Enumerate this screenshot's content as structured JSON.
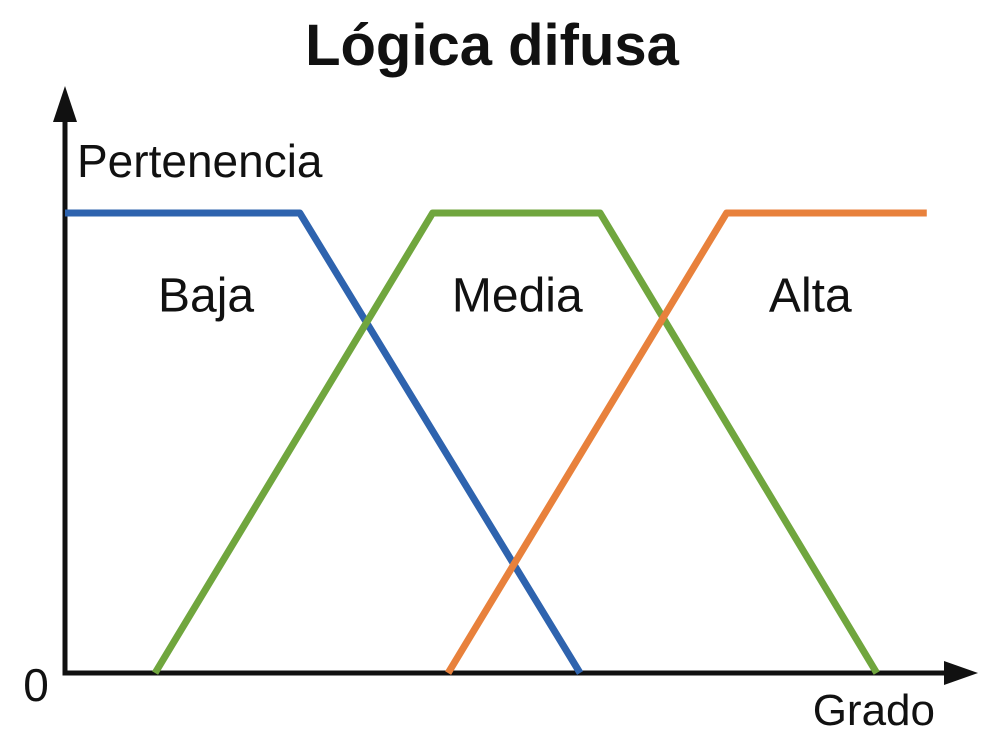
{
  "chart_data": {
    "type": "line",
    "title": "Lógica difusa",
    "xlabel": "Grado",
    "ylabel": "Pertenencia",
    "origin_label": "0",
    "xlim": [
      0,
      1
    ],
    "ylim": [
      0,
      1
    ],
    "grid": false,
    "legend_position": "none",
    "axis_color": "#111111",
    "series": [
      {
        "name": "Baja",
        "color": "#2E63AE",
        "points": [
          [
            0.0,
            1
          ],
          [
            0.258,
            1
          ],
          [
            0.566,
            0
          ]
        ]
      },
      {
        "name": "Media",
        "color": "#70A63E",
        "points": [
          [
            0.099,
            0
          ],
          [
            0.404,
            1
          ],
          [
            0.588,
            1
          ],
          [
            0.892,
            0
          ]
        ]
      },
      {
        "name": "Alta",
        "color": "#E8813C",
        "points": [
          [
            0.421,
            0
          ],
          [
            0.727,
            1
          ],
          [
            0.947,
            1
          ]
        ]
      }
    ],
    "annotations": [
      {
        "text": "Baja",
        "x": 0.155,
        "y": 0.82
      },
      {
        "text": "Media",
        "x": 0.497,
        "y": 0.82
      },
      {
        "text": "Alta",
        "x": 0.819,
        "y": 0.82
      }
    ]
  }
}
